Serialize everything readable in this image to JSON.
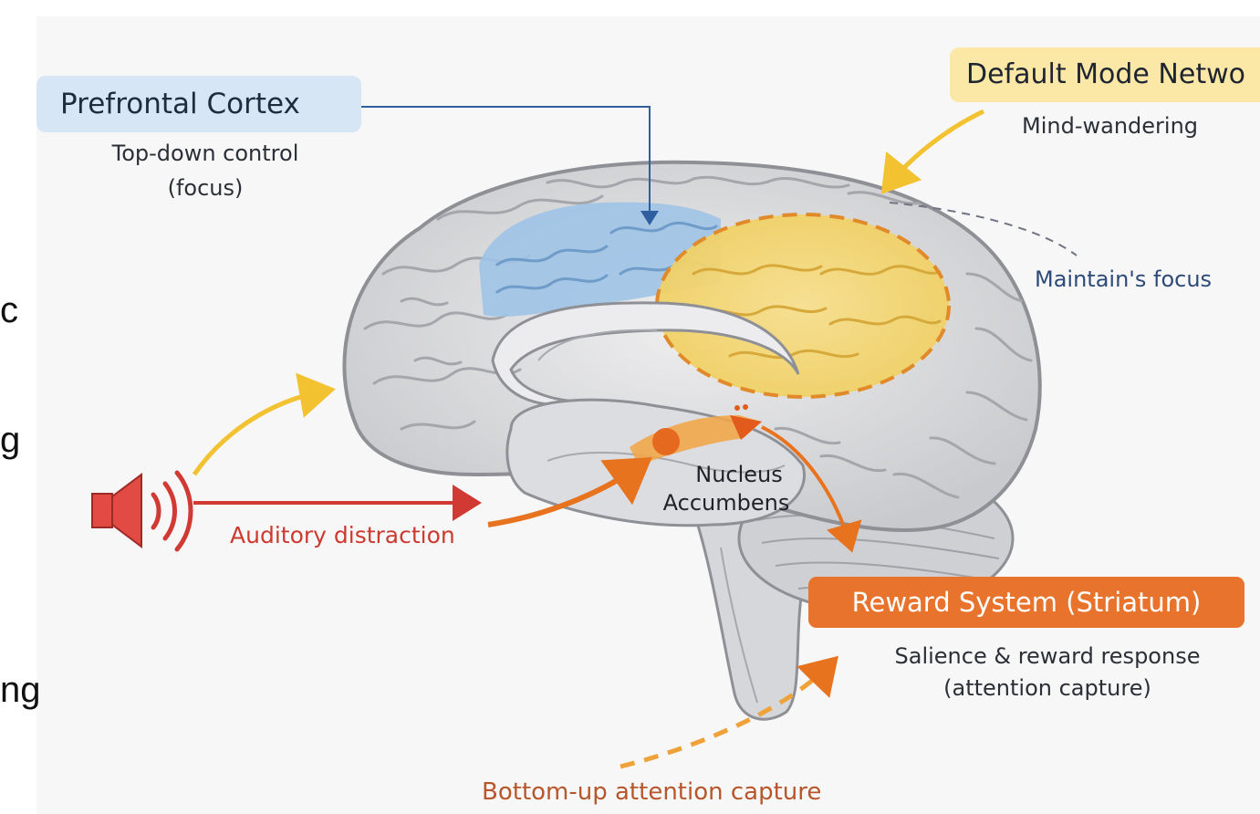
{
  "colors": {
    "background": "#f7f7f8",
    "prefrontal_box": "#d6e6f4",
    "default_mode_box": "#fbe7a6",
    "reward_box": "#e8732c",
    "pfc_region": "#9ec3e6",
    "dmn_region": "#f5d77a",
    "distraction_red": "#d03a32",
    "reward_orange": "#e8731f",
    "yellow_arrow": "#f2c230",
    "blue_line": "#2f5f9e"
  },
  "left_fragments": [
    "c",
    "g",
    "ng"
  ],
  "prefrontal": {
    "title": "Prefrontal Cortex",
    "line1": "Top-down control",
    "line2": "(focus)"
  },
  "default_mode": {
    "title": "Default Mode Netwo",
    "subtitle": "Mind-wandering",
    "note": "Maintain's focus"
  },
  "nucleus": {
    "line1": "Nucleus",
    "line2": "Accumbens"
  },
  "distraction": {
    "label": "Auditory distraction",
    "icon": "speaker-icon"
  },
  "reward": {
    "title": "Reward System (Striatum)",
    "line1": "Salience & reward response",
    "line2": "(attention capture)"
  },
  "bottom_label": "Bottom-up attention capture"
}
